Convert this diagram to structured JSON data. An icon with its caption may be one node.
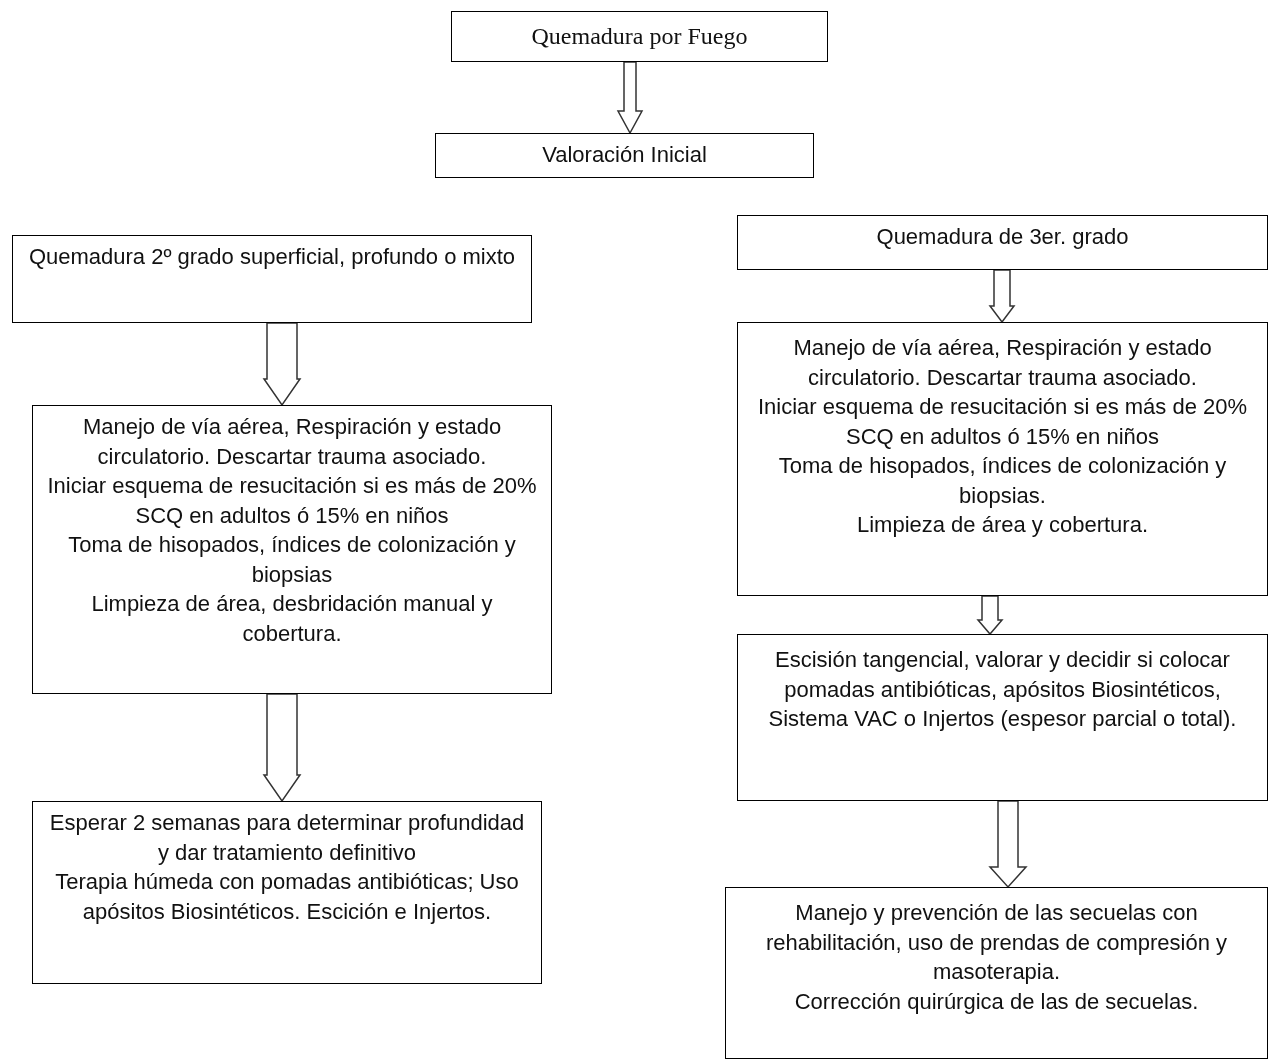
{
  "diagram": {
    "nodes": [
      {
        "text": [
          "Quemadura por Fuego"
        ]
      },
      {
        "text": [
          "Valoración Inicial"
        ]
      },
      {
        "text": [
          "Quemadura 2º grado superficial, profundo o mixto"
        ]
      },
      {
        "text": [
          "Manejo de vía aérea, Respiración y estado circulatorio. Descartar trauma asociado.",
          "Iniciar esquema de resucitación si es más de 20% SCQ en adultos ó 15% en niños",
          "Toma de hisopados, índices de colonización y biopsias",
          "Limpieza de área, desbridación manual y cobertura."
        ]
      },
      {
        "text": [
          "Esperar 2 semanas para determinar profundidad y dar tratamiento definitivo",
          "Terapia húmeda con pomadas antibióticas; Uso apósitos Biosintéticos. Escición e Injertos."
        ]
      },
      {
        "text": [
          "Quemadura de 3er. grado"
        ]
      },
      {
        "text": [
          "Manejo de vía aérea, Respiración y estado circulatorio. Descartar trauma asociado.",
          "Iniciar esquema de resucitación si es más de 20% SCQ en adultos ó 15% en niños",
          "Toma de hisopados, índices de colonización y biopsias.",
          "Limpieza de área y cobertura."
        ]
      },
      {
        "text": [
          "Escisión tangencial, valorar y decidir si colocar pomadas antibióticas, apósitos Biosintéticos, Sistema VAC o Injertos (espesor parcial o total)."
        ]
      },
      {
        "text": [
          "Manejo y prevención de las secuelas con rehabilitación, uso de prendas de compresión y masoterapia.",
          "Corrección quirúrgica de las de secuelas."
        ]
      }
    ],
    "edges": [
      {
        "from": 0,
        "to": 1,
        "arrow": "to"
      },
      {
        "from": 2,
        "to": 3,
        "arrow": "to"
      },
      {
        "from": 3,
        "to": 4,
        "arrow": "to"
      },
      {
        "from": 5,
        "to": 6,
        "arrow": "to"
      },
      {
        "from": 6,
        "to": 7,
        "arrow": "to"
      },
      {
        "from": 7,
        "to": 8,
        "arrow": "to"
      }
    ]
  }
}
